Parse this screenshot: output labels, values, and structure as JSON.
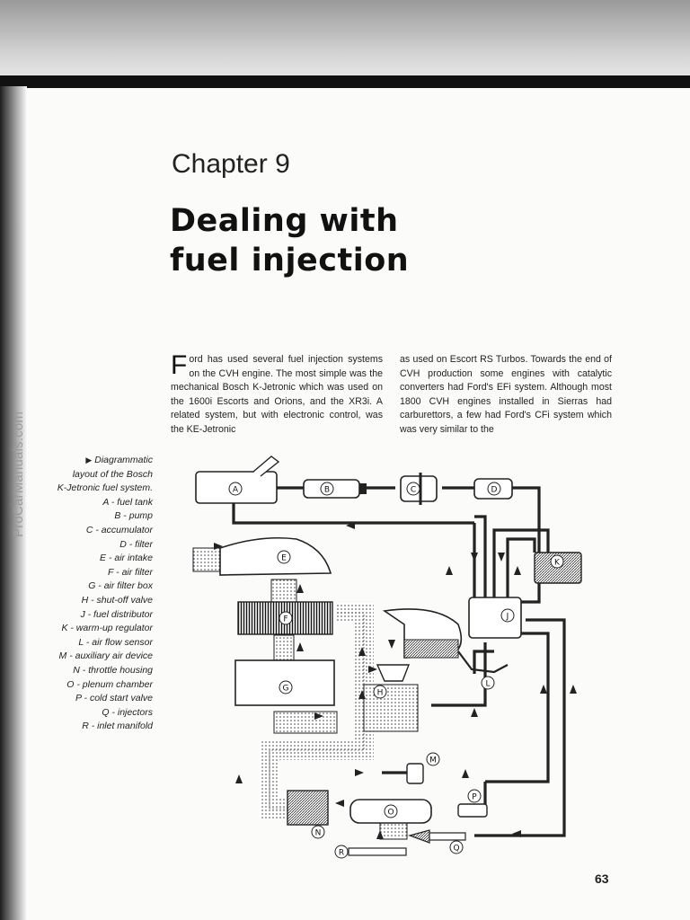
{
  "watermark": "ProCarManuals.com",
  "chapter": {
    "label": "Chapter 9",
    "title_line1": "Dealing with",
    "title_line2": "fuel injection"
  },
  "body": {
    "dropcap": "F",
    "left_column": "ord has used several fuel injection systems on the CVH engine. The most simple was the mechanical Bosch K-Jetronic which was used on the 1600i Escorts and Orions, and the XR3i. A related system, but with electronic control, was the KE-Jetronic",
    "right_column": "as used on Escort RS Turbos. Towards the end of CVH production some engines with catalytic converters had Ford's EFi system. Although most 1800 CVH engines installed in Sierras had carburettors, a few had Ford's CFi system which was very similar to the"
  },
  "caption": {
    "marker": "▶",
    "intro_line1": "Diagrammatic",
    "intro_line2": "layout of the Bosch",
    "intro_line3": "K-Jetronic fuel system.",
    "legend": [
      "A - fuel tank",
      "B - pump",
      "C - accumulator",
      "D - filter",
      "E - air intake",
      "F - air filter",
      "G - air filter box",
      "H - shut-off valve",
      "J - fuel distributor",
      "K - warm-up regulator",
      "L - air flow sensor",
      "M - auxiliary air device",
      "N - throttle housing",
      "O - plenum chamber",
      "P - cold start valve",
      "Q - injectors",
      "R - inlet manifold"
    ]
  },
  "diagram": {
    "labels": {
      "A": "A",
      "B": "B",
      "C": "C",
      "D": "D",
      "E": "E",
      "F": "F",
      "G": "G",
      "H": "H",
      "J": "J",
      "K": "K",
      "L": "L",
      "M": "M",
      "N": "N",
      "O": "O",
      "P": "P",
      "Q": "Q",
      "R": "R"
    }
  },
  "page_number": "63"
}
